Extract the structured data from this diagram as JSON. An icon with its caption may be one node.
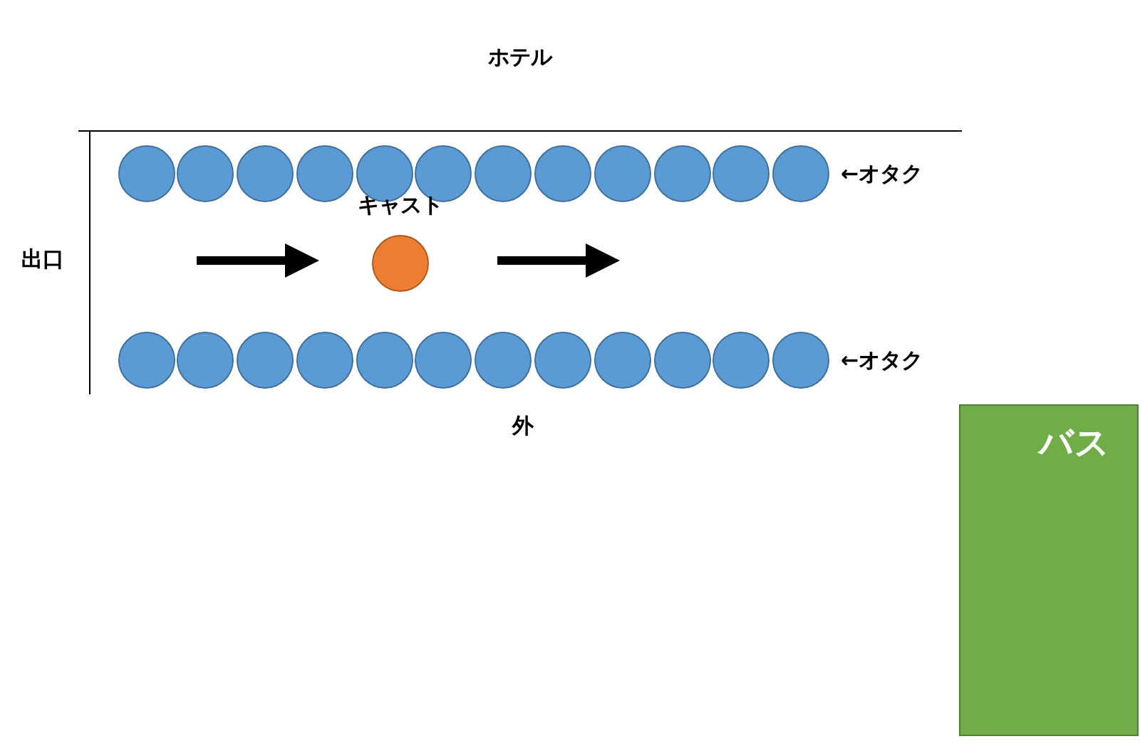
{
  "diagram": {
    "nodes": [
      {
        "text": [],
        "shape": "circle"
      },
      {
        "text": [],
        "shape": "circle"
      },
      {
        "text": [],
        "shape": "circle"
      },
      {
        "text": [],
        "shape": "circle"
      },
      {
        "text": [],
        "shape": "circle"
      },
      {
        "text": [],
        "shape": "circle"
      },
      {
        "text": [],
        "shape": "circle"
      },
      {
        "text": [],
        "shape": "circle"
      },
      {
        "text": [],
        "shape": "circle"
      },
      {
        "text": [],
        "shape": "circle"
      },
      {
        "text": [],
        "shape": "circle"
      },
      {
        "text": [],
        "shape": "circle"
      },
      {
        "text": [
          "キャスト"
        ]
      },
      {
        "text": [],
        "shape": "circle"
      },
      {
        "text": [],
        "shape": "circle"
      },
      {
        "text": [],
        "shape": "circle"
      },
      {
        "text": [],
        "shape": "circle"
      },
      {
        "text": [],
        "shape": "circle"
      },
      {
        "text": [],
        "shape": "circle"
      },
      {
        "text": [],
        "shape": "circle"
      },
      {
        "text": [],
        "shape": "circle"
      },
      {
        "text": [],
        "shape": "circle"
      },
      {
        "text": [],
        "shape": "circle"
      },
      {
        "text": [],
        "shape": "circle"
      },
      {
        "text": [],
        "shape": "circle"
      },
      {
        "text": [
          "バス"
        ]
      }
    ],
    "labels": [
      "ホテル",
      "←オタク",
      "出口",
      "←オタク",
      "外"
    ]
  }
}
